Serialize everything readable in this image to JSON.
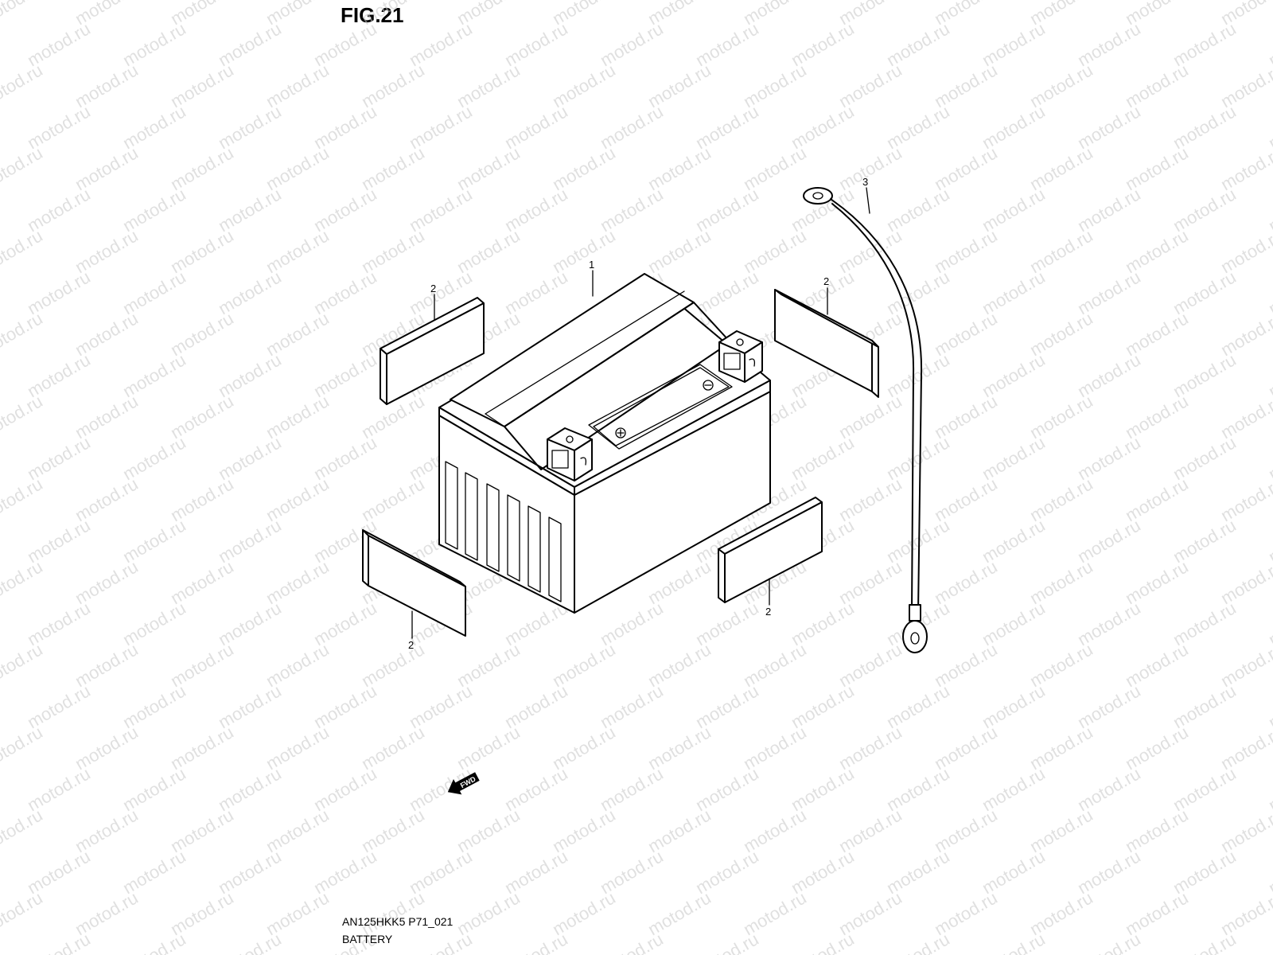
{
  "figure": {
    "title": "FIG.21",
    "code": "AN125HKK5 P71_021",
    "name": "BATTERY"
  },
  "watermark": {
    "text": "motod.ru"
  },
  "callouts": {
    "battery": "1",
    "pad_top_left": "2",
    "pad_top_right": "2",
    "pad_bottom_left": "2",
    "pad_bottom_right": "2",
    "cable": "3"
  },
  "direction_arrow": {
    "label": "FWD",
    "icon": "fwd-arrow-icon"
  }
}
